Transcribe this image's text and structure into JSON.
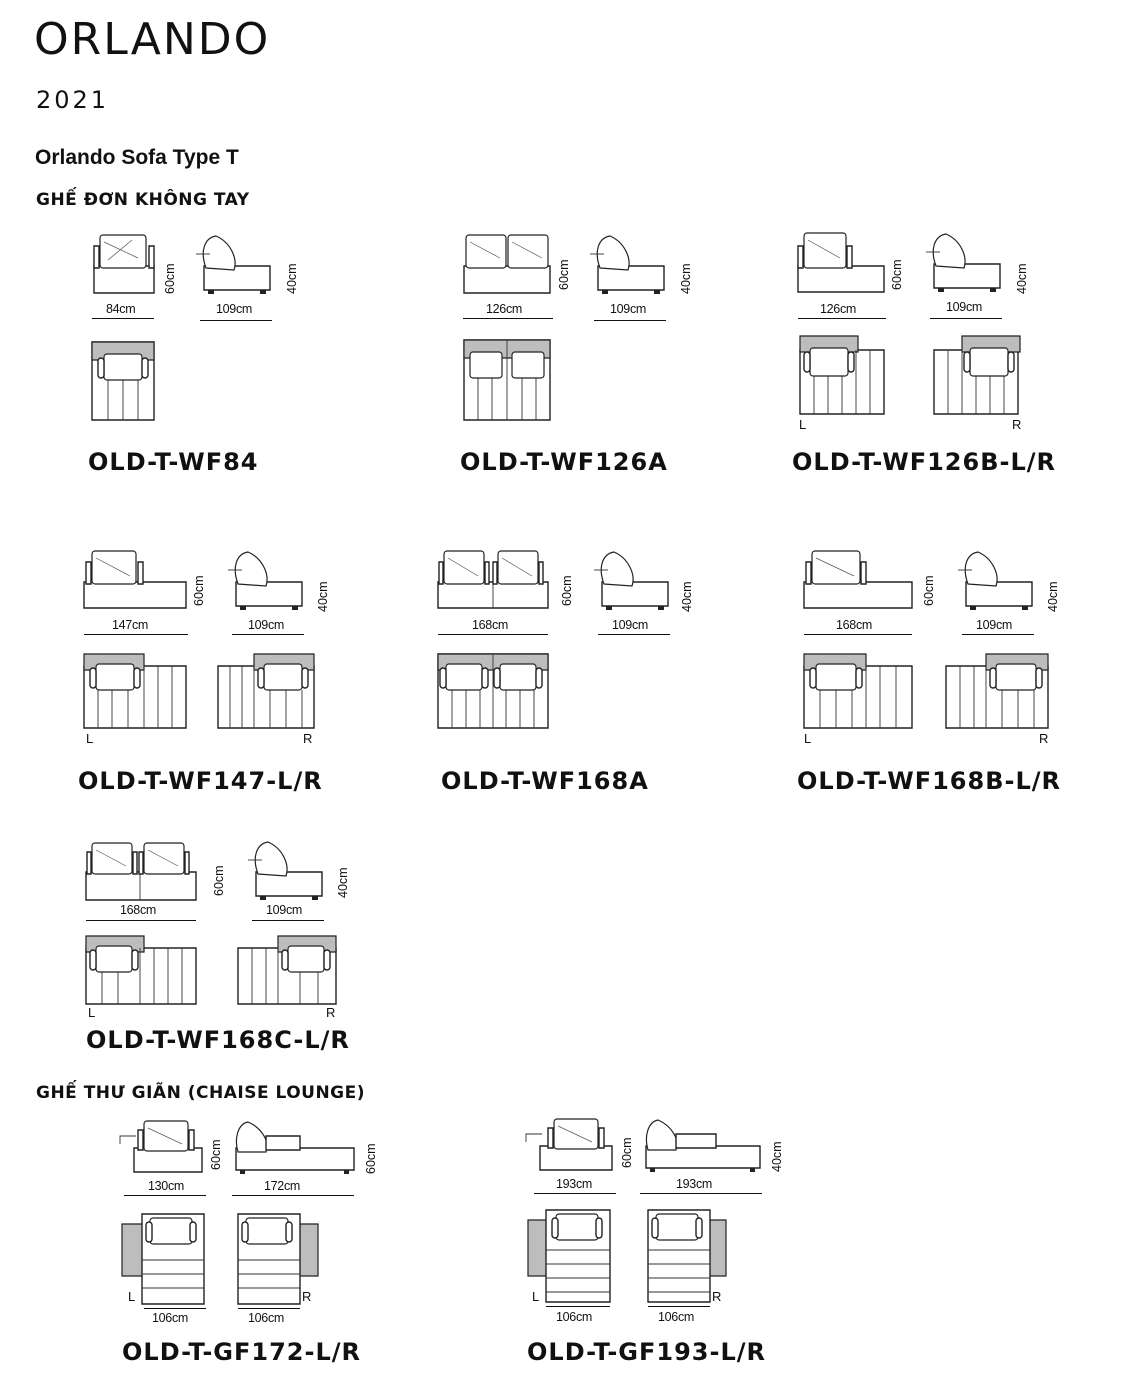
{
  "header": {
    "brand": "ORLANDO",
    "year": "2021",
    "subtitle": "Orlando Sofa Type T"
  },
  "sections": {
    "armless": "GHẾ ĐƠN KHÔNG TAY",
    "chaise": "GHẾ THƯ GIÃN (CHAISE LOUNGE)"
  },
  "markers": {
    "left": "L",
    "right": "R"
  },
  "products": [
    {
      "model": "OLD-T-WF84",
      "width": "84cm",
      "depth": "109cm",
      "height": "60cm",
      "seat_height": "40cm"
    },
    {
      "model": "OLD-T-WF126A",
      "width": "126cm",
      "depth": "109cm",
      "height": "60cm",
      "seat_height": "40cm"
    },
    {
      "model": "OLD-T-WF126B-L/R",
      "width": "126cm",
      "depth": "109cm",
      "height": "60cm",
      "seat_height": "40cm"
    },
    {
      "model": "OLD-T-WF147-L/R",
      "width": "147cm",
      "depth": "109cm",
      "height": "60cm",
      "seat_height": "40cm"
    },
    {
      "model": "OLD-T-WF168A",
      "width": "168cm",
      "depth": "109cm",
      "height": "60cm",
      "seat_height": "40cm"
    },
    {
      "model": "OLD-T-WF168B-L/R",
      "width": "168cm",
      "depth": "109cm",
      "height": "60cm",
      "seat_height": "40cm"
    },
    {
      "model": "OLD-T-WF168C-L/R",
      "width": "168cm",
      "depth": "109cm",
      "height": "60cm",
      "seat_height": "40cm"
    },
    {
      "model": "OLD-T-GF172-L/R",
      "width": "130cm",
      "depth": "172cm",
      "height": "60cm",
      "seat_height": "60cm",
      "plan_width_l": "106cm",
      "plan_width_r": "106cm"
    },
    {
      "model": "OLD-T-GF193-L/R",
      "width": "193cm",
      "depth": "193cm",
      "height": "60cm",
      "seat_height": "40cm",
      "plan_width_l": "106cm",
      "plan_width_r": "106cm"
    }
  ]
}
